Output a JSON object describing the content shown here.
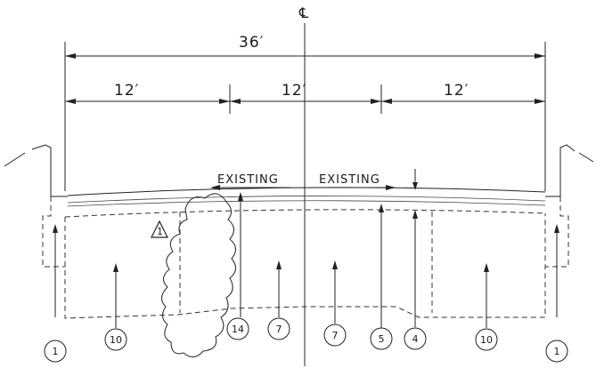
{
  "centerline_symbol": "℄",
  "dimensions": {
    "overall": "36′",
    "lanes": [
      "12′",
      "12′",
      "12′"
    ]
  },
  "labels": {
    "existing_left": "EXISTING",
    "existing_right": "EXISTING"
  },
  "revision_triangle": "1",
  "callouts": [
    "1",
    "10",
    "14",
    "7",
    "7",
    "5",
    "4",
    "10",
    "1"
  ]
}
